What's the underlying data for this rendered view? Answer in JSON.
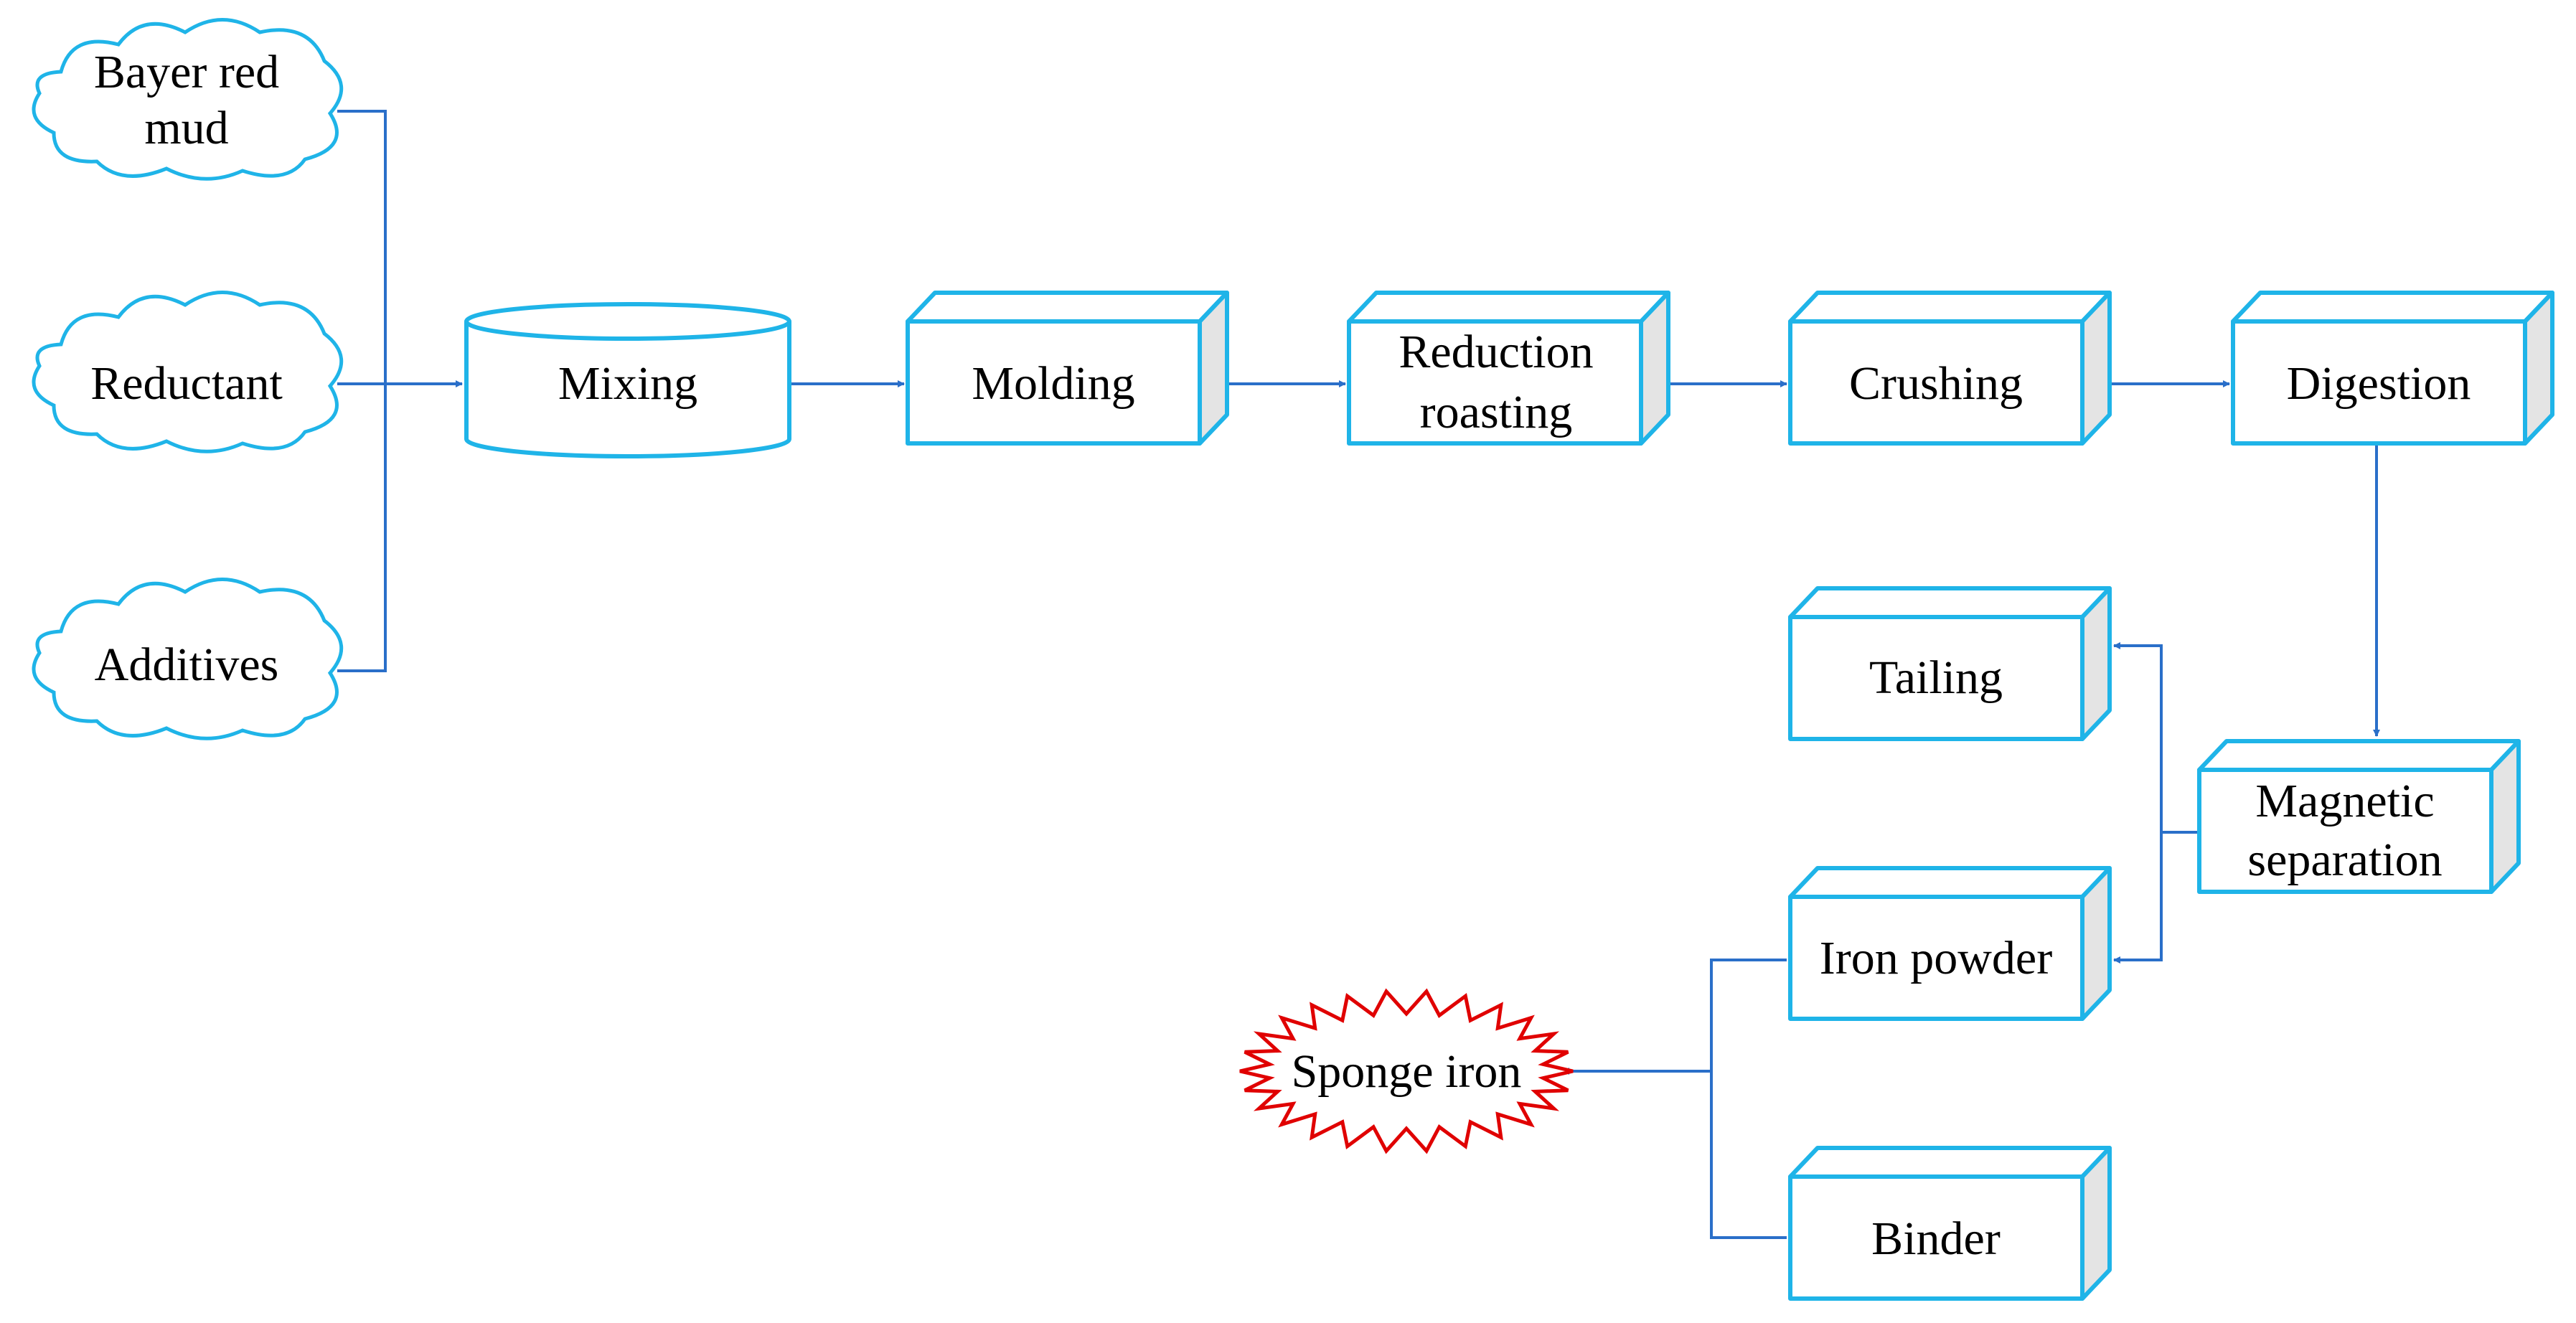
{
  "diagram": {
    "colors": {
      "box_stroke": "#1FB4E8",
      "box_side_fill": "#E4E4E4",
      "connector": "#2A6FC9",
      "burst_stroke": "#E00000",
      "text": "#000000"
    },
    "inputs": {
      "bayer_red_mud": {
        "line1": "Bayer red",
        "line2": "mud"
      },
      "reductant": "Reductant",
      "additives": "Additives"
    },
    "steps": {
      "mixing": "Mixing",
      "molding": "Molding",
      "reduction_roasting": {
        "line1": "Reduction",
        "line2": "roasting"
      },
      "crushing": "Crushing",
      "digestion": "Digestion",
      "magnetic_separation": {
        "line1": "Magnetic",
        "line2": "separation"
      },
      "tailing": "Tailing",
      "iron_powder": "Iron powder",
      "binder": "Binder"
    },
    "product": "Sponge iron"
  }
}
